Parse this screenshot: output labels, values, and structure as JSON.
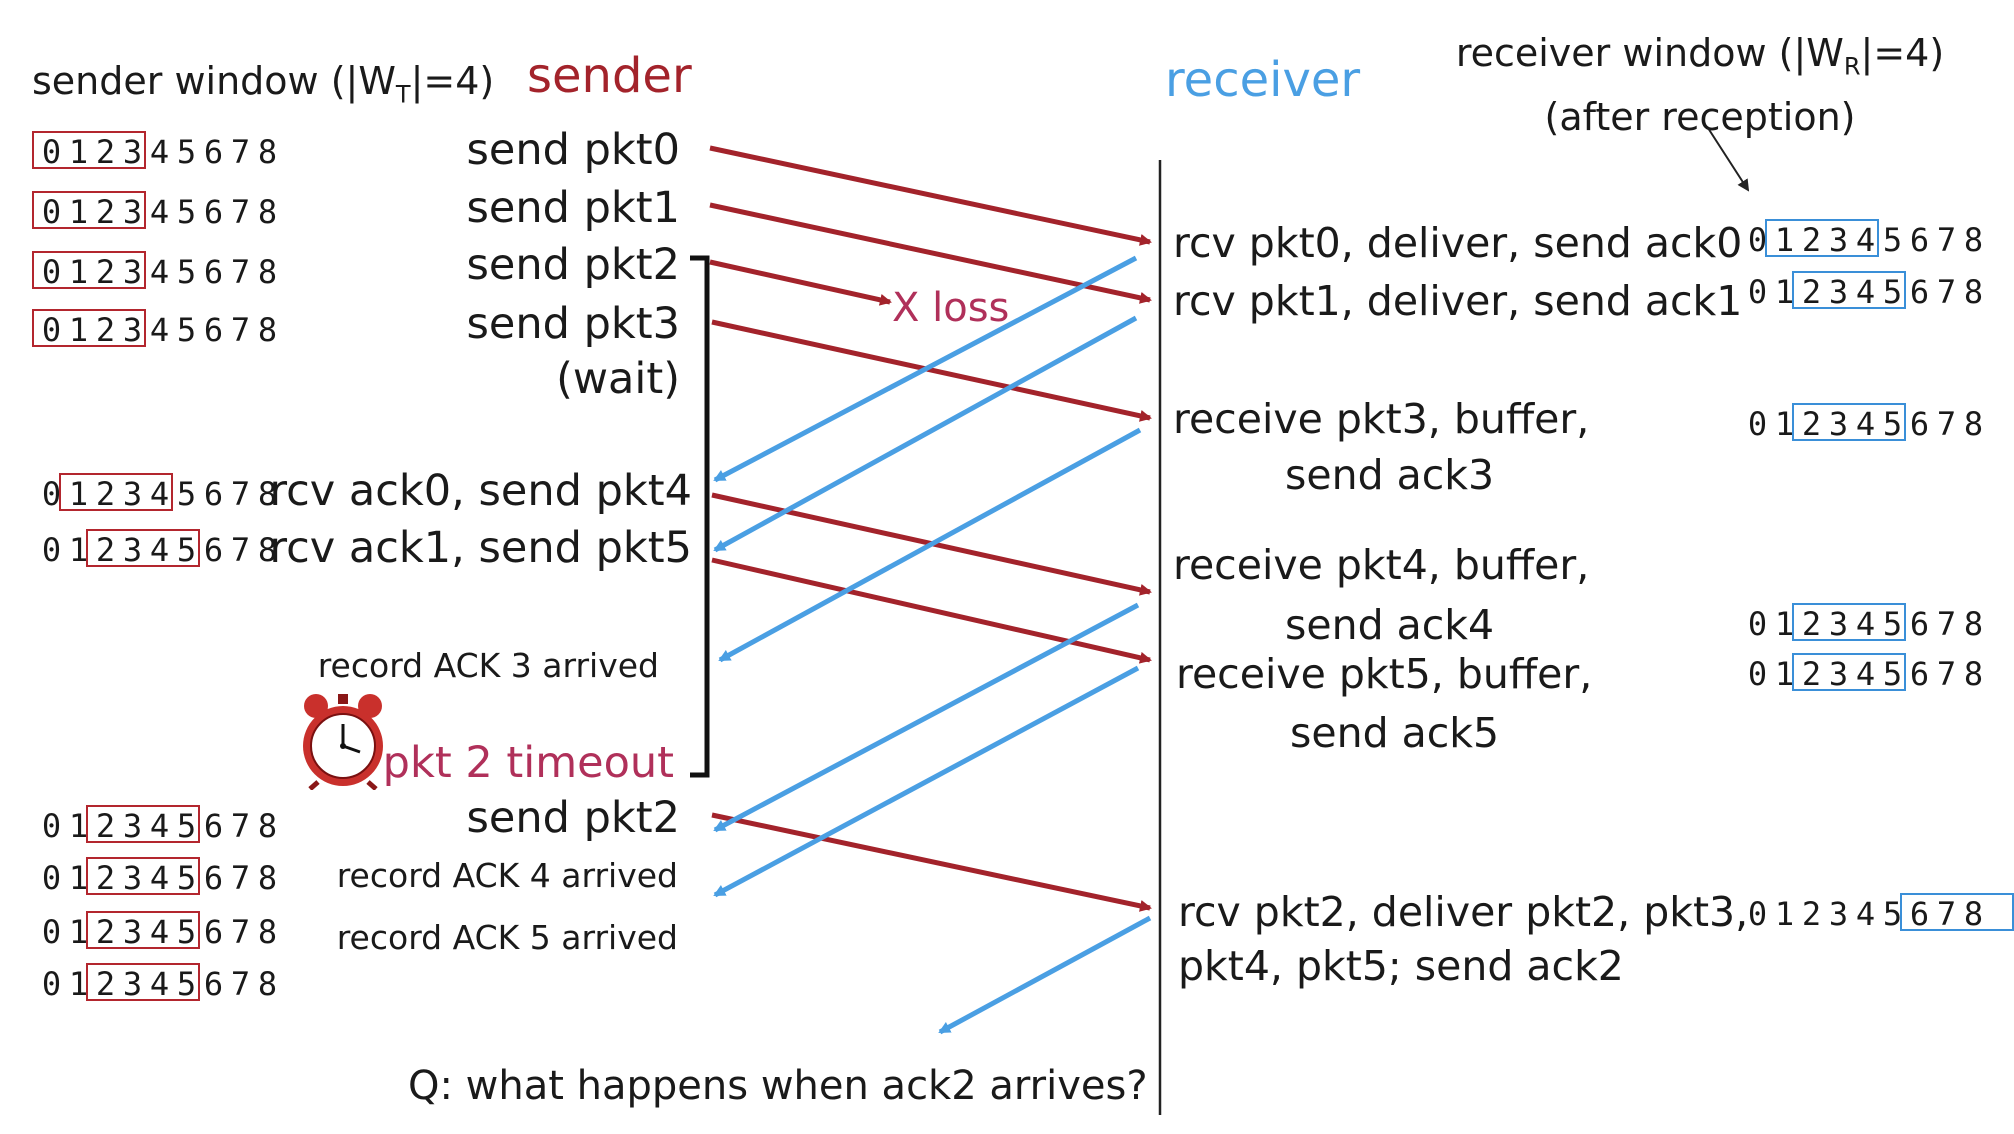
{
  "headers": {
    "sender_window": "sender window (|W",
    "sender_window_sub": "T",
    "sender_window_end": "|=4)",
    "sender": "sender",
    "receiver": "receiver",
    "receiver_window_line1": "receiver window (|W",
    "receiver_window_sub": "R",
    "receiver_window_end": "|=4)",
    "receiver_window_line2": "(after reception)"
  },
  "sender_events": [
    "send  pkt0",
    "send  pkt1",
    "send  pkt2",
    "send  pkt3",
    "(wait)",
    "rcv ack0, send pkt4",
    "rcv ack1, send pkt5",
    "send  pkt2"
  ],
  "sender_notes": [
    "record ACK 3 arrived",
    "record ACK 4 arrived",
    "record ACK 5 arrived"
  ],
  "timeout_label": "pkt 2 timeout",
  "loss_label": "X loss",
  "receiver_events": [
    "rcv pkt0, deliver, send ack0",
    "rcv pkt1, deliver, send ack1",
    "receive pkt3, buffer,",
    "send ack3",
    "receive pkt4, buffer,",
    "send ack4",
    "receive pkt5, buffer,",
    "send ack5",
    "rcv pkt2, deliver pkt2, pkt3,",
    "pkt4, pkt5; send ack2"
  ],
  "question": "Q: what happens when ack2 arrives?",
  "sequence_digits": [
    "0",
    "1",
    "2",
    "3",
    "4",
    "5",
    "6",
    "7",
    "8"
  ],
  "sender_windows": [
    {
      "start": 0,
      "end": 3
    },
    {
      "start": 0,
      "end": 3
    },
    {
      "start": 0,
      "end": 3
    },
    {
      "start": 0,
      "end": 3
    },
    {
      "start": 1,
      "end": 4
    },
    {
      "start": 2,
      "end": 5
    },
    {
      "start": 2,
      "end": 5
    },
    {
      "start": 2,
      "end": 5
    },
    {
      "start": 2,
      "end": 5
    },
    {
      "start": 2,
      "end": 5
    }
  ],
  "receiver_windows": [
    {
      "start": 1,
      "end": 4
    },
    {
      "start": 2,
      "end": 5
    },
    {
      "start": 2,
      "end": 5
    },
    {
      "start": 2,
      "end": 5
    },
    {
      "start": 2,
      "end": 5
    },
    {
      "start": 6,
      "end": 9
    }
  ],
  "colors": {
    "sender": "#a3232b",
    "receiver": "#4a9fe3",
    "data_arrow": "#a3232b",
    "ack_arrow": "#4a9fe3",
    "timeout": "#b0305a"
  }
}
